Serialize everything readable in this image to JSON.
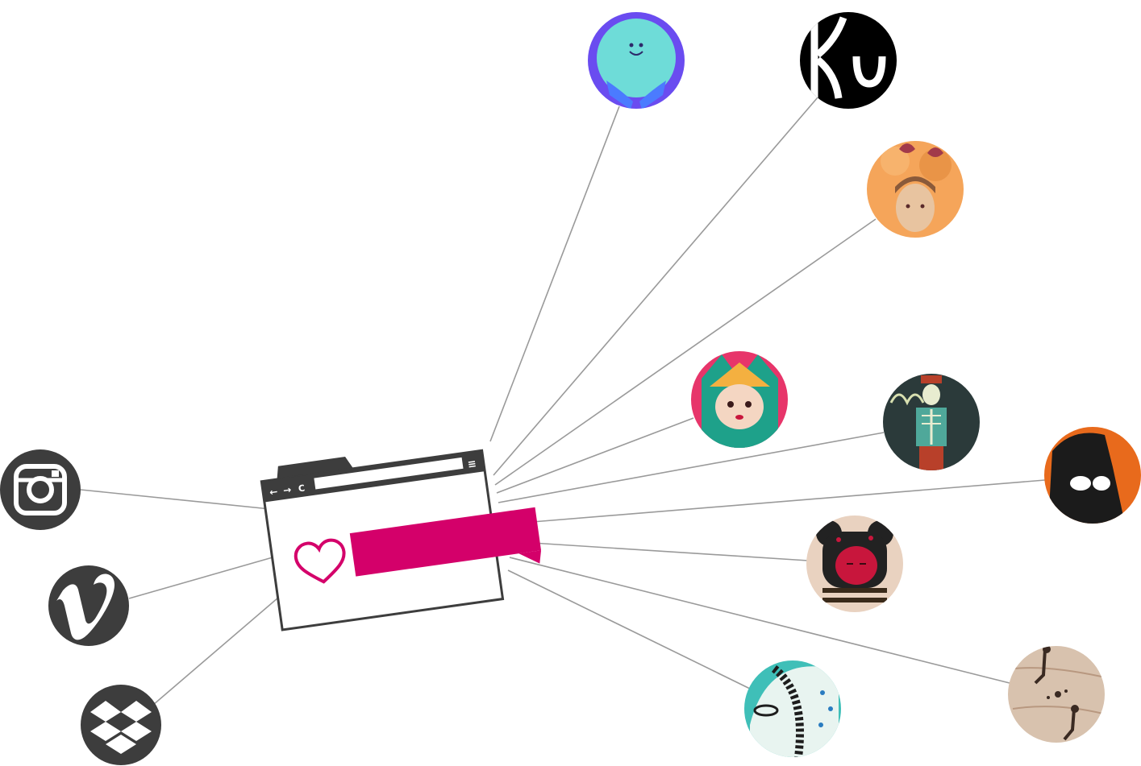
{
  "colors": {
    "line": "#9a9a9a",
    "frame": "#3d3d3d",
    "accent": "#d4006a",
    "icon_bg": "#3d3d3d",
    "white": "#ffffff"
  },
  "hub": {
    "nav_back_icon": "arrow-left-icon",
    "nav_forward_icon": "arrow-right-icon",
    "reload_icon": "reload-icon",
    "menu_icon": "hamburger-menu-icon",
    "heart_icon": "heart-outline-icon",
    "message_bar_icon": "speech-bubble-bar-icon",
    "nav_back_glyph": "←",
    "nav_forward_glyph": "→",
    "reload_glyph": "C",
    "menu_glyph": "≡"
  },
  "sources": [
    {
      "icon": "instagram-icon"
    },
    {
      "icon": "vimeo-icon"
    },
    {
      "icon": "dropbox-icon"
    }
  ],
  "avatars": [
    {
      "icon": "avatar-smiling-blue-character",
      "palette": [
        "#6a4cf0",
        "#6edcd8",
        "#4b7bff"
      ]
    },
    {
      "icon": "avatar-black-white-logo",
      "palette": [
        "#000000",
        "#ffffff"
      ]
    },
    {
      "icon": "avatar-boy-with-orange-flowers",
      "palette": [
        "#f5a55a",
        "#e8c4a0",
        "#a23a4a"
      ]
    },
    {
      "icon": "avatar-colorful-folk-girl",
      "palette": [
        "#e7356a",
        "#1ea18a",
        "#f4d6c2"
      ]
    },
    {
      "icon": "avatar-skeleton-in-suit",
      "palette": [
        "#2b3a3a",
        "#4fa89a",
        "#d8e0b0"
      ]
    },
    {
      "icon": "avatar-dark-figure-with-glasses",
      "palette": [
        "#1b1b1b",
        "#e86a1c",
        "#ffffff"
      ]
    },
    {
      "icon": "avatar-red-face-polka-dot-hat",
      "palette": [
        "#c8163c",
        "#222222",
        "#e9d2c0"
      ]
    },
    {
      "icon": "avatar-teal-patterned-face",
      "palette": [
        "#3fbfb8",
        "#1d1d1d",
        "#e8f4f0"
      ]
    },
    {
      "icon": "avatar-wooden-pattern",
      "palette": [
        "#d8c2ae",
        "#3a2a22",
        "#b89880"
      ]
    }
  ]
}
